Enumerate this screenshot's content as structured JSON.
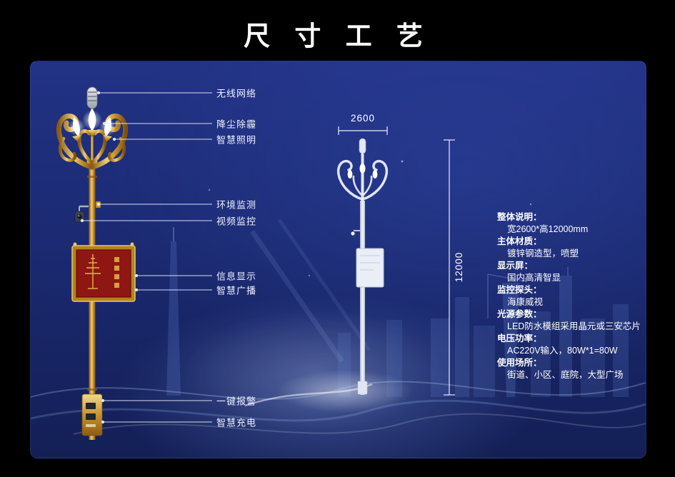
{
  "title": "尺 寸 工 艺",
  "pole_labels": [
    {
      "label": "无线网络"
    },
    {
      "label": "降尘除霾"
    },
    {
      "label": "智慧照明"
    },
    {
      "label": "环境监测"
    },
    {
      "label": "视频监控"
    },
    {
      "label": "信息显示"
    },
    {
      "label": "智慧广播"
    },
    {
      "label": "一键报警"
    },
    {
      "label": "智慧充电"
    }
  ],
  "dimensions": {
    "width_mm": "2600",
    "height_mm": "12000"
  },
  "specs": [
    {
      "heading": "整体说明：",
      "value": "宽2600*高12000mm"
    },
    {
      "heading": "主体材质：",
      "value": "镀锌钢造型，喷塑"
    },
    {
      "heading": "显示屏：",
      "value": "国内高清智显"
    },
    {
      "heading": "监控探头：",
      "value": "海康威视"
    },
    {
      "heading": "光源参数：",
      "value": "LED防水模组采用晶元或三安芯片"
    },
    {
      "heading": "电压功率：",
      "value": "AC220V输入，80W*1=80W"
    },
    {
      "heading": "使用场所：",
      "value": "街道、小区、庭院，大型广场"
    }
  ],
  "colors": {
    "panel_blue": "#1b2a72",
    "gold": "#d6a338",
    "screen_red": "#9a1a14",
    "text": "#ffffff"
  }
}
